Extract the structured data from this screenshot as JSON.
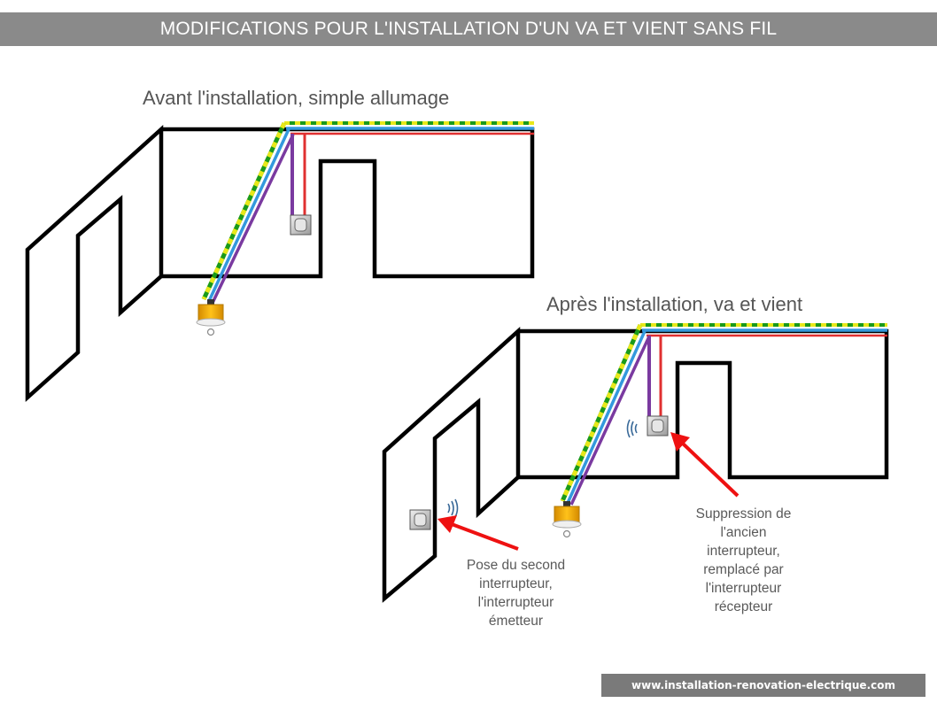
{
  "title": "MODIFICATIONS POUR L'INSTALLATION D'UN VA ET VIENT SANS FIL",
  "before": {
    "heading": "Avant l'installation, simple allumage"
  },
  "after": {
    "heading": "Après l'installation, va et vient",
    "emitter_caption": [
      "Pose du second",
      "interrupteur,",
      "l'interrupteur",
      "émetteur"
    ],
    "receiver_caption": [
      "Suppression de",
      "l'ancien",
      "interrupteur,",
      "remplacé par",
      "l'interrupteur",
      "récepteur"
    ]
  },
  "footer": "www.installation-renovation-electrique.com",
  "colors": {
    "wall": "#000000",
    "earth_wire": "#1a9a1a",
    "earth_dash": "#e8e81a",
    "neutral_wire": "#3399dd",
    "phase_wire": "#e03030",
    "return_wire": "#7a3aa0",
    "arrow": "#ee1111",
    "lamp": "#f5b400"
  },
  "icons": [
    "switch-icon",
    "light-bulb-icon",
    "wireless-signal-icon",
    "arrow-icon"
  ]
}
